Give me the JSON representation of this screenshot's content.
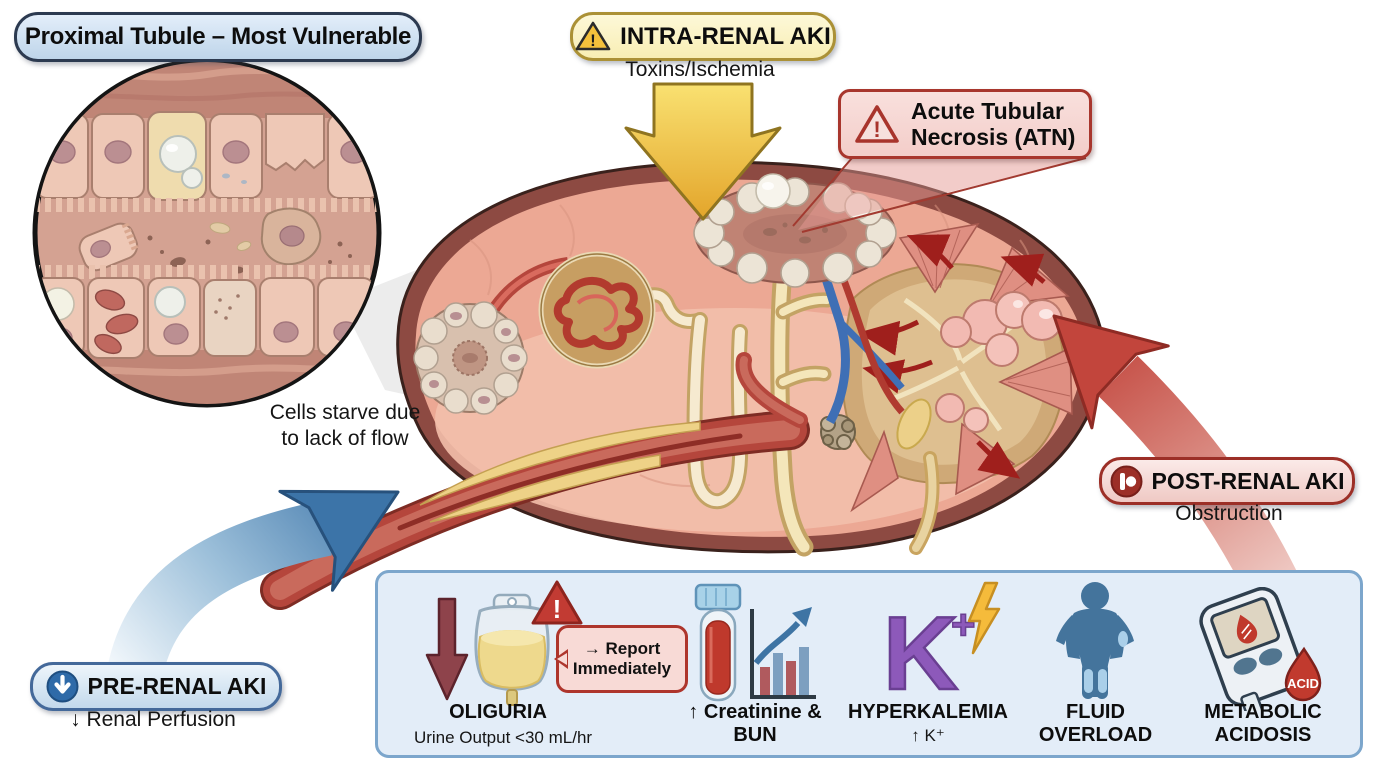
{
  "diagram": {
    "proximal_label": "Proximal Tubule – Most Vulnerable",
    "intra_renal_label": "INTRA-RENAL AKI",
    "intra_renal_sub": "Toxins/Ischemia",
    "atn_line1": "Acute Tubular",
    "atn_line2": "Necrosis (ATN)",
    "cells_line1": "Cells starve due",
    "cells_line2": "to lack of flow",
    "pre_renal_label": "PRE-RENAL AKI",
    "pre_renal_sub": "↓ Renal Perfusion",
    "post_renal_label": "POST-RENAL AKI",
    "post_renal_sub": "Obstruction"
  },
  "icons": {
    "exclamation": "!"
  },
  "panel": {
    "items": [
      {
        "id": "oliguria",
        "title": "OLIGURIA",
        "subtitle": "Urine Output <30 mL/hr",
        "callout_line1": "→ Report",
        "callout_line2": "Immediately"
      },
      {
        "id": "creatinine_bun",
        "line1": "↑ Creatinine &",
        "line2": "BUN"
      },
      {
        "id": "hyperkalemia",
        "title": "HYPERKALEMIA",
        "subtitle": "↑ K⁺",
        "symbol": "K",
        "symbol_plus": "+"
      },
      {
        "id": "fluid_overload",
        "line1": "FLUID",
        "line2": "OVERLOAD"
      },
      {
        "id": "metabolic_acidosis",
        "line1": "METABOLIC",
        "line2": "ACIDOSIS",
        "drop_label": "ACID"
      }
    ]
  },
  "colors": {
    "pre_renal_blue": "#3c74a8",
    "intra_renal_yellow": "#f2c23e",
    "post_renal_red": "#c2453c",
    "panel_bg": "#e3edf8",
    "panel_border": "#7ca6cc"
  }
}
